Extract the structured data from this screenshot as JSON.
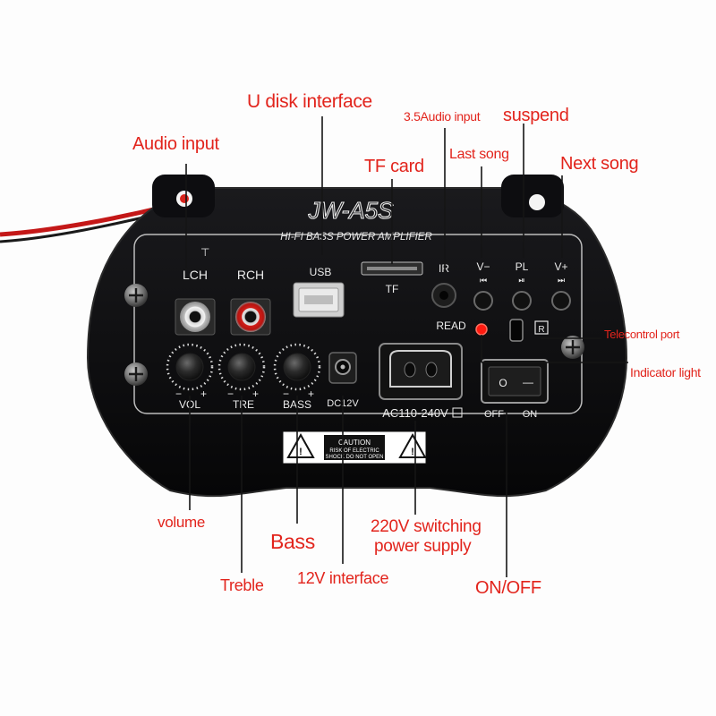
{
  "colors": {
    "background": "#fdfdfd",
    "panel": "#0c0c0e",
    "panel_text": "#e8e8e8",
    "callout_text": "#e2241c",
    "leader_line": "#151515",
    "cable": "#c41818",
    "led": "#ff1a10"
  },
  "panel": {
    "model": "JW-A5S",
    "subtitle": "HI-FI BASS POWER AMPLIFIER",
    "lch": "LCH",
    "rch": "RCH",
    "usb": "USB",
    "tf": "TF",
    "ir": "IR",
    "v_minus": "V−",
    "pl": "PL",
    "v_plus": "V+",
    "read": "READ",
    "r_box": "R",
    "vol": "VOL",
    "tre": "TRE",
    "bass": "BASS",
    "dc12v": "DC12V",
    "ac_input": "AC110-240V",
    "off": "OFF",
    "on": "ON",
    "caution_title": "CAUTION",
    "caution_line1": "RISK OF ELECTRIC",
    "caution_line2": "SHOCK DO NOT OPEN",
    "knob_minus": "−",
    "knob_plus": "+",
    "switch_o": "O",
    "switch_i": "—"
  },
  "callouts": {
    "u_disk": "U disk interface",
    "audio_35": "3.5Audio input",
    "suspend": "suspend",
    "audio_input": "Audio input",
    "tf_card": "TF card",
    "last_song": "Last song",
    "next_song": "Next song",
    "telecontrol": "Telecontrol port",
    "indicator": "Indicator light",
    "volume": "volume",
    "bass": "Bass",
    "treble": "Treble",
    "v12": "12V interface",
    "sw220_line1": "220V switching",
    "sw220_line2": "power supply",
    "onoff": "ON/OFF"
  }
}
